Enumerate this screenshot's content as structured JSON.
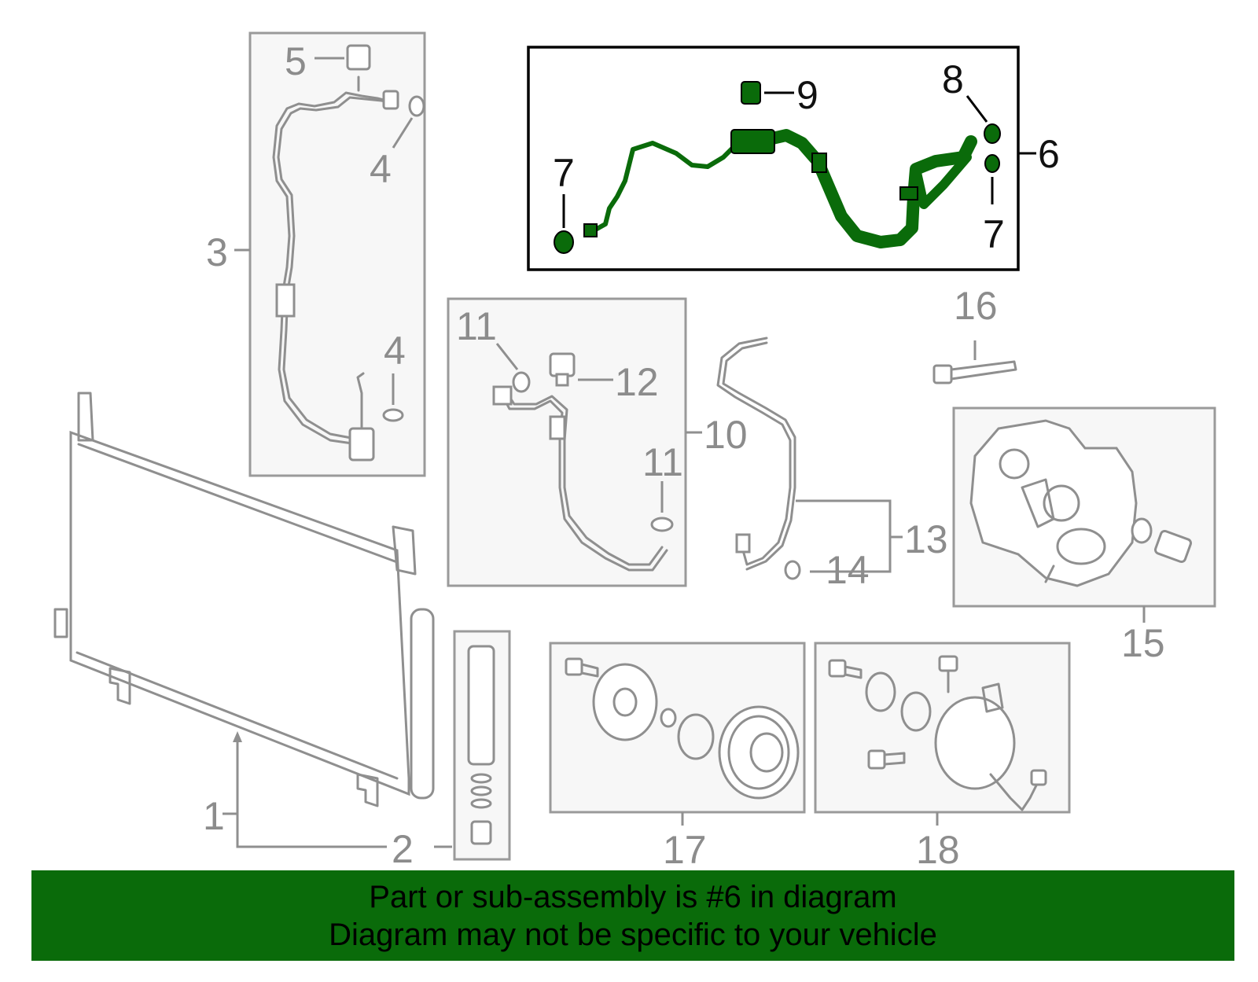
{
  "labels": {
    "l1": "1",
    "l2": "2",
    "l3": "3",
    "l4a": "4",
    "l4b": "4",
    "l5": "5",
    "l6": "6",
    "l7a": "7",
    "l7b": "7",
    "l8": "8",
    "l9": "9",
    "l10": "10",
    "l11a": "11",
    "l11b": "11",
    "l12": "12",
    "l13": "13",
    "l14": "14",
    "l15": "15",
    "l16": "16",
    "l17": "17",
    "l18": "18"
  },
  "banner": {
    "line1": "Part or sub-assembly is #6 in diagram",
    "line2": "Diagram may not be specific to your vehicle"
  },
  "colors": {
    "highlight": "#0a6b0a",
    "banner": "#0a6b0a",
    "parts": "#8f8f8f"
  }
}
